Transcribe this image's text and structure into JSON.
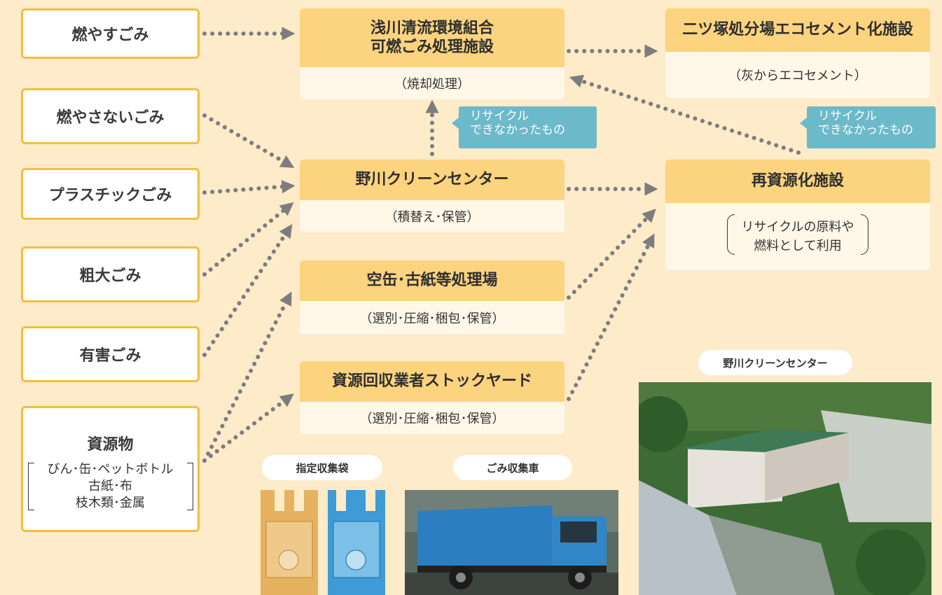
{
  "sources": [
    {
      "label": "燃やすごみ"
    },
    {
      "label": "燃やさないごみ"
    },
    {
      "label": "プラスチックごみ"
    },
    {
      "label": "粗大ごみ"
    },
    {
      "label": "有害ごみ"
    },
    {
      "label": "資源物",
      "items": [
        "びん･缶･ペットボトル",
        "古紙･布",
        "枝木類･金属"
      ]
    }
  ],
  "facilities": {
    "incinerator": {
      "title_1": "浅川清流環境組合",
      "title_2": "可燃ごみ処理施設",
      "note": "（焼却処理）"
    },
    "nogawa": {
      "title": "野川クリーンセンター",
      "note": "（積替え･保管）"
    },
    "cans_paper": {
      "title": "空缶･古紙等処理場",
      "note": "（選別･圧縮･梱包･保管）"
    },
    "stockyard": {
      "title": "資源回収業者ストックヤード",
      "note": "（選別･圧縮･梱包･保管）"
    },
    "ecocement": {
      "title": "二ツ塚処分場エコセメント化施設",
      "note": "（灰からエコセメント）"
    },
    "recycling": {
      "title": "再資源化施設",
      "note_1": "リサイクルの原料や",
      "note_2": "燃料として利用"
    }
  },
  "callouts": {
    "left": {
      "line1": "リサイクル",
      "line2": "できなかったもの"
    },
    "right": {
      "line1": "リサイクル",
      "line2": "できなかったもの"
    }
  },
  "photos": {
    "bags": {
      "label": "指定収集袋"
    },
    "truck": {
      "label": "ごみ収集車"
    },
    "center": {
      "label": "野川クリーンセンター"
    }
  },
  "colors": {
    "background": "#fdebc9",
    "source_border": "#f6bd3c",
    "header": "#fcd37e",
    "callout": "#6cb9c9",
    "arrow": "#7d7d7d"
  }
}
